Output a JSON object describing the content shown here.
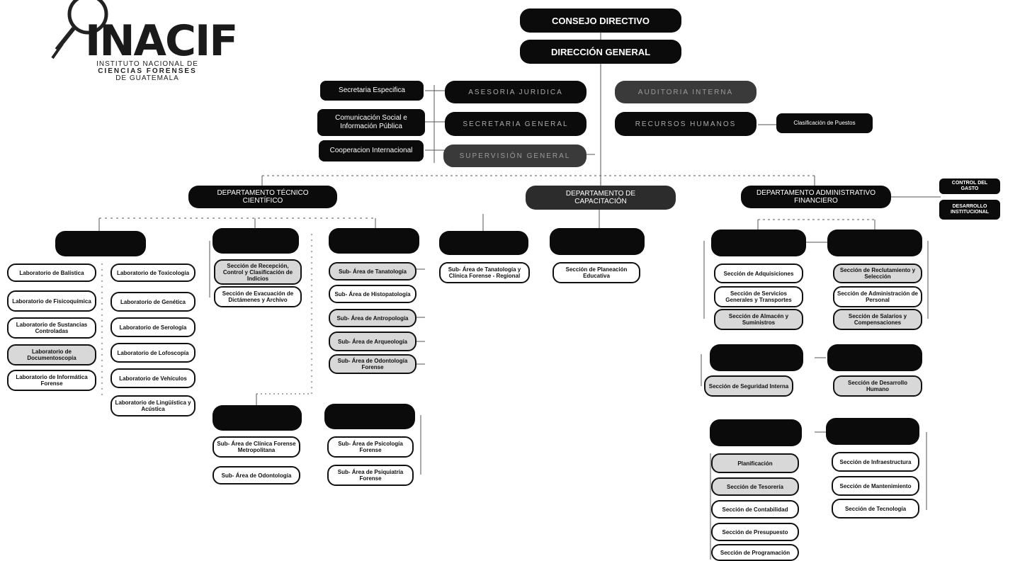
{
  "logo": {
    "name": "INACIF",
    "line1": "INSTITUTO NACIONAL DE",
    "line2": "CIENCIAS FORENSES",
    "line3": "DE GUATEMALA"
  },
  "top": {
    "consejo": "CONSEJO DIRECTIVO",
    "direccion": "DIRECCIÓN GENERAL"
  },
  "staff_left": [
    "Secretaria Especifica",
    "Comunicación Social e Información Pública",
    "Cooperacion Internacional"
  ],
  "staff_center": {
    "asesoria_juridica": "ASESORIA JURIDICA",
    "auditoria_interna": "AUDITORIA INTERNA",
    "secretaria_general": "SECRETARIA GENERAL",
    "recursos_humanos": "RECURSOS HUMANOS",
    "supervision_general": "SUPERVISIÓN GENERAL",
    "clasificacion": "Clasificación de Puestos"
  },
  "departments": {
    "tecnico": "DEPARTAMENTO TÉCNICO CIENTÍFICO",
    "capacitacion": "DEPARTAMENTO DE CAPACITACIÓN",
    "administrativo": "DEPARTAMENTO ADMINISTRATIVO FINANCIERO",
    "control_gasto": "CONTROL DEL GASTO",
    "desarrollo": "DESARROLLO INSTITUCIONAL"
  },
  "labs_left": [
    "Laboratorio de Balística",
    "Laboratorio de Fisicoquímica",
    "Laboratorio de Sustancias Controladas",
    "Laboratorio de Documentoscopía",
    "Laboratorio de Informática Forense"
  ],
  "labs_right": [
    "Laboratorio de Toxicología",
    "Laboratorio de Genética",
    "Laboratorio de Serología",
    "Laboratorio de Lofoscopía",
    "Laboratorio de Vehículos",
    "Laboratorio de Lingüística y Acústica"
  ],
  "recepcion": [
    "Sección de Recepción, Control y Clasificación de Indicios",
    "Sección de Evacuación de Dictámenes y Archivo"
  ],
  "patologia": [
    "Sub- Área de Tanatología",
    "Sub- Área de Histopatología",
    "Sub- Área de Antropología",
    "Sub- Área de Arqueología",
    "Sub- Área de Odontología Forense"
  ],
  "clinica": [
    "Sub- Área de Clínica Forense Metropolitana",
    "Sub- Área de Odontología"
  ],
  "psiquiatria": [
    "Sub- Área de Psicología Forense",
    "Sub- Área de Psiquiatría Forense"
  ],
  "regional": "Sub- Área de Tanatología y Clínica Forense - Regional",
  "planeacion": "Sección de Planeación Educativa",
  "admin_left": [
    "Sección de Adquisiciones",
    "Sección de Servicios Generales y Transportes",
    "Sección de Almacén y Suministros"
  ],
  "admin_right": [
    "Sección de Reclutamiento y Selección",
    "Sección de Administración de Personal",
    "Sección de Salarios y Compensaciones"
  ],
  "seguridad": "Sección de Seguridad Interna",
  "desarrollo_humano": "Sección de Desarrollo Humano",
  "finanzas": [
    "Planificación",
    "Sección de Tesorería",
    "Sección de Contabilidad",
    "Sección de Presupuesto",
    "Sección de Programación"
  ],
  "infra": [
    "Sección de Infraestructura",
    "Sección de Mantenimiento",
    "Sección de Tecnología"
  ]
}
